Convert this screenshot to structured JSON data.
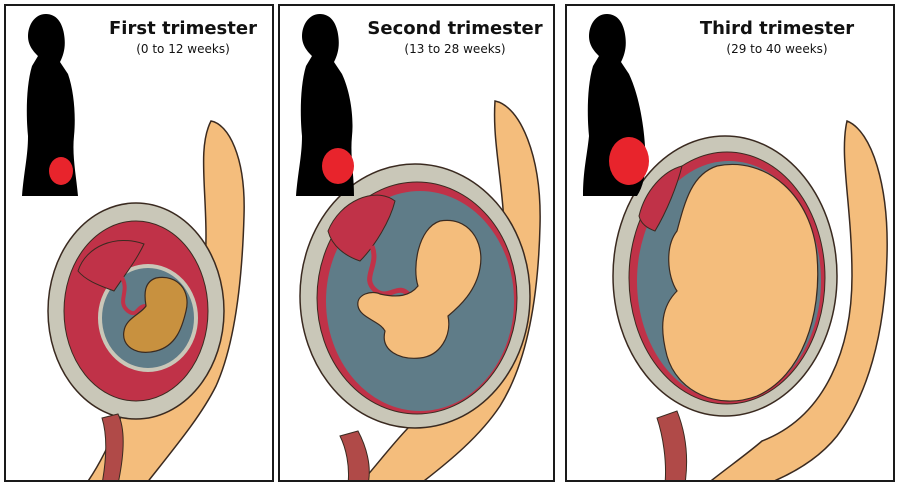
{
  "colors": {
    "silhouette": "#000000",
    "uterus_highlight": "#e8242c",
    "skin": "#f4bd7c",
    "membrane": "#c9c7b8",
    "amniotic_fluid": "#5f7c88",
    "placenta": "#c03248",
    "cervix": "#b04a48",
    "outline": "#3a2a20"
  },
  "panels": [
    {
      "title": "First trimester",
      "subtitle": "(0 to 12 weeks)"
    },
    {
      "title": "Second trimester",
      "subtitle": "(13 to 28 weeks)"
    },
    {
      "title": "Third trimester",
      "subtitle": "(29 to 40 weeks)"
    }
  ]
}
